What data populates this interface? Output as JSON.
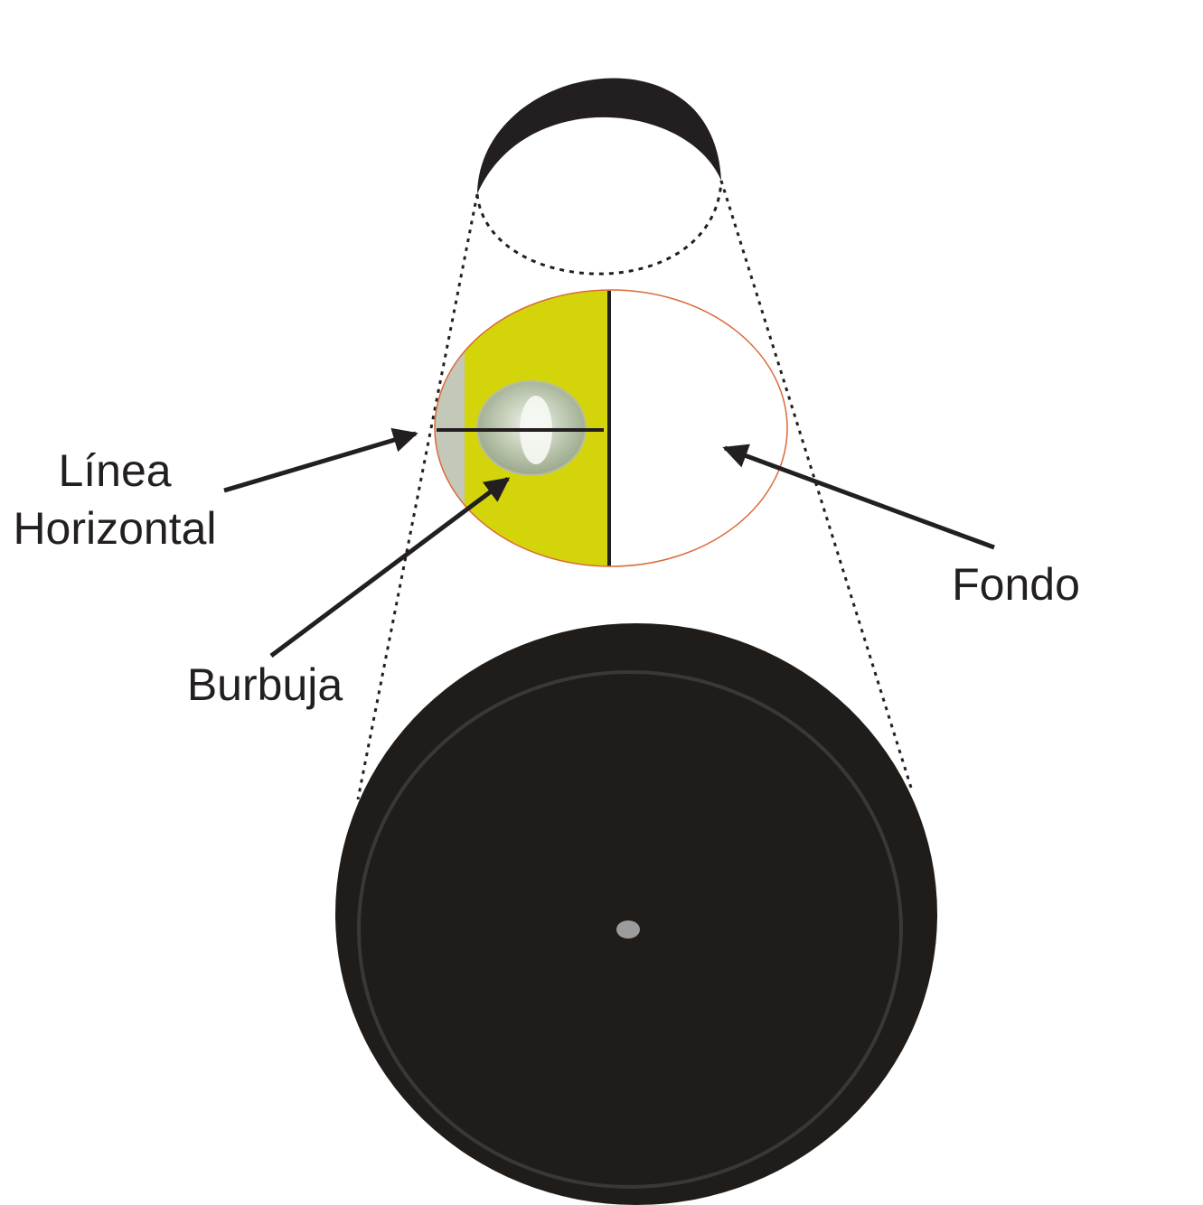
{
  "labels": {
    "linea_line1": "Línea",
    "linea_line2": "Horizontal",
    "burbuja": "Burbuja",
    "fondo": "Fondo"
  },
  "colors": {
    "ink": "#231f20",
    "vial_yellow": "#d4d40a",
    "disc_ring": "#3a3735",
    "center_dot": "#9c9c9c",
    "vial_outline": "#d96a3a"
  }
}
